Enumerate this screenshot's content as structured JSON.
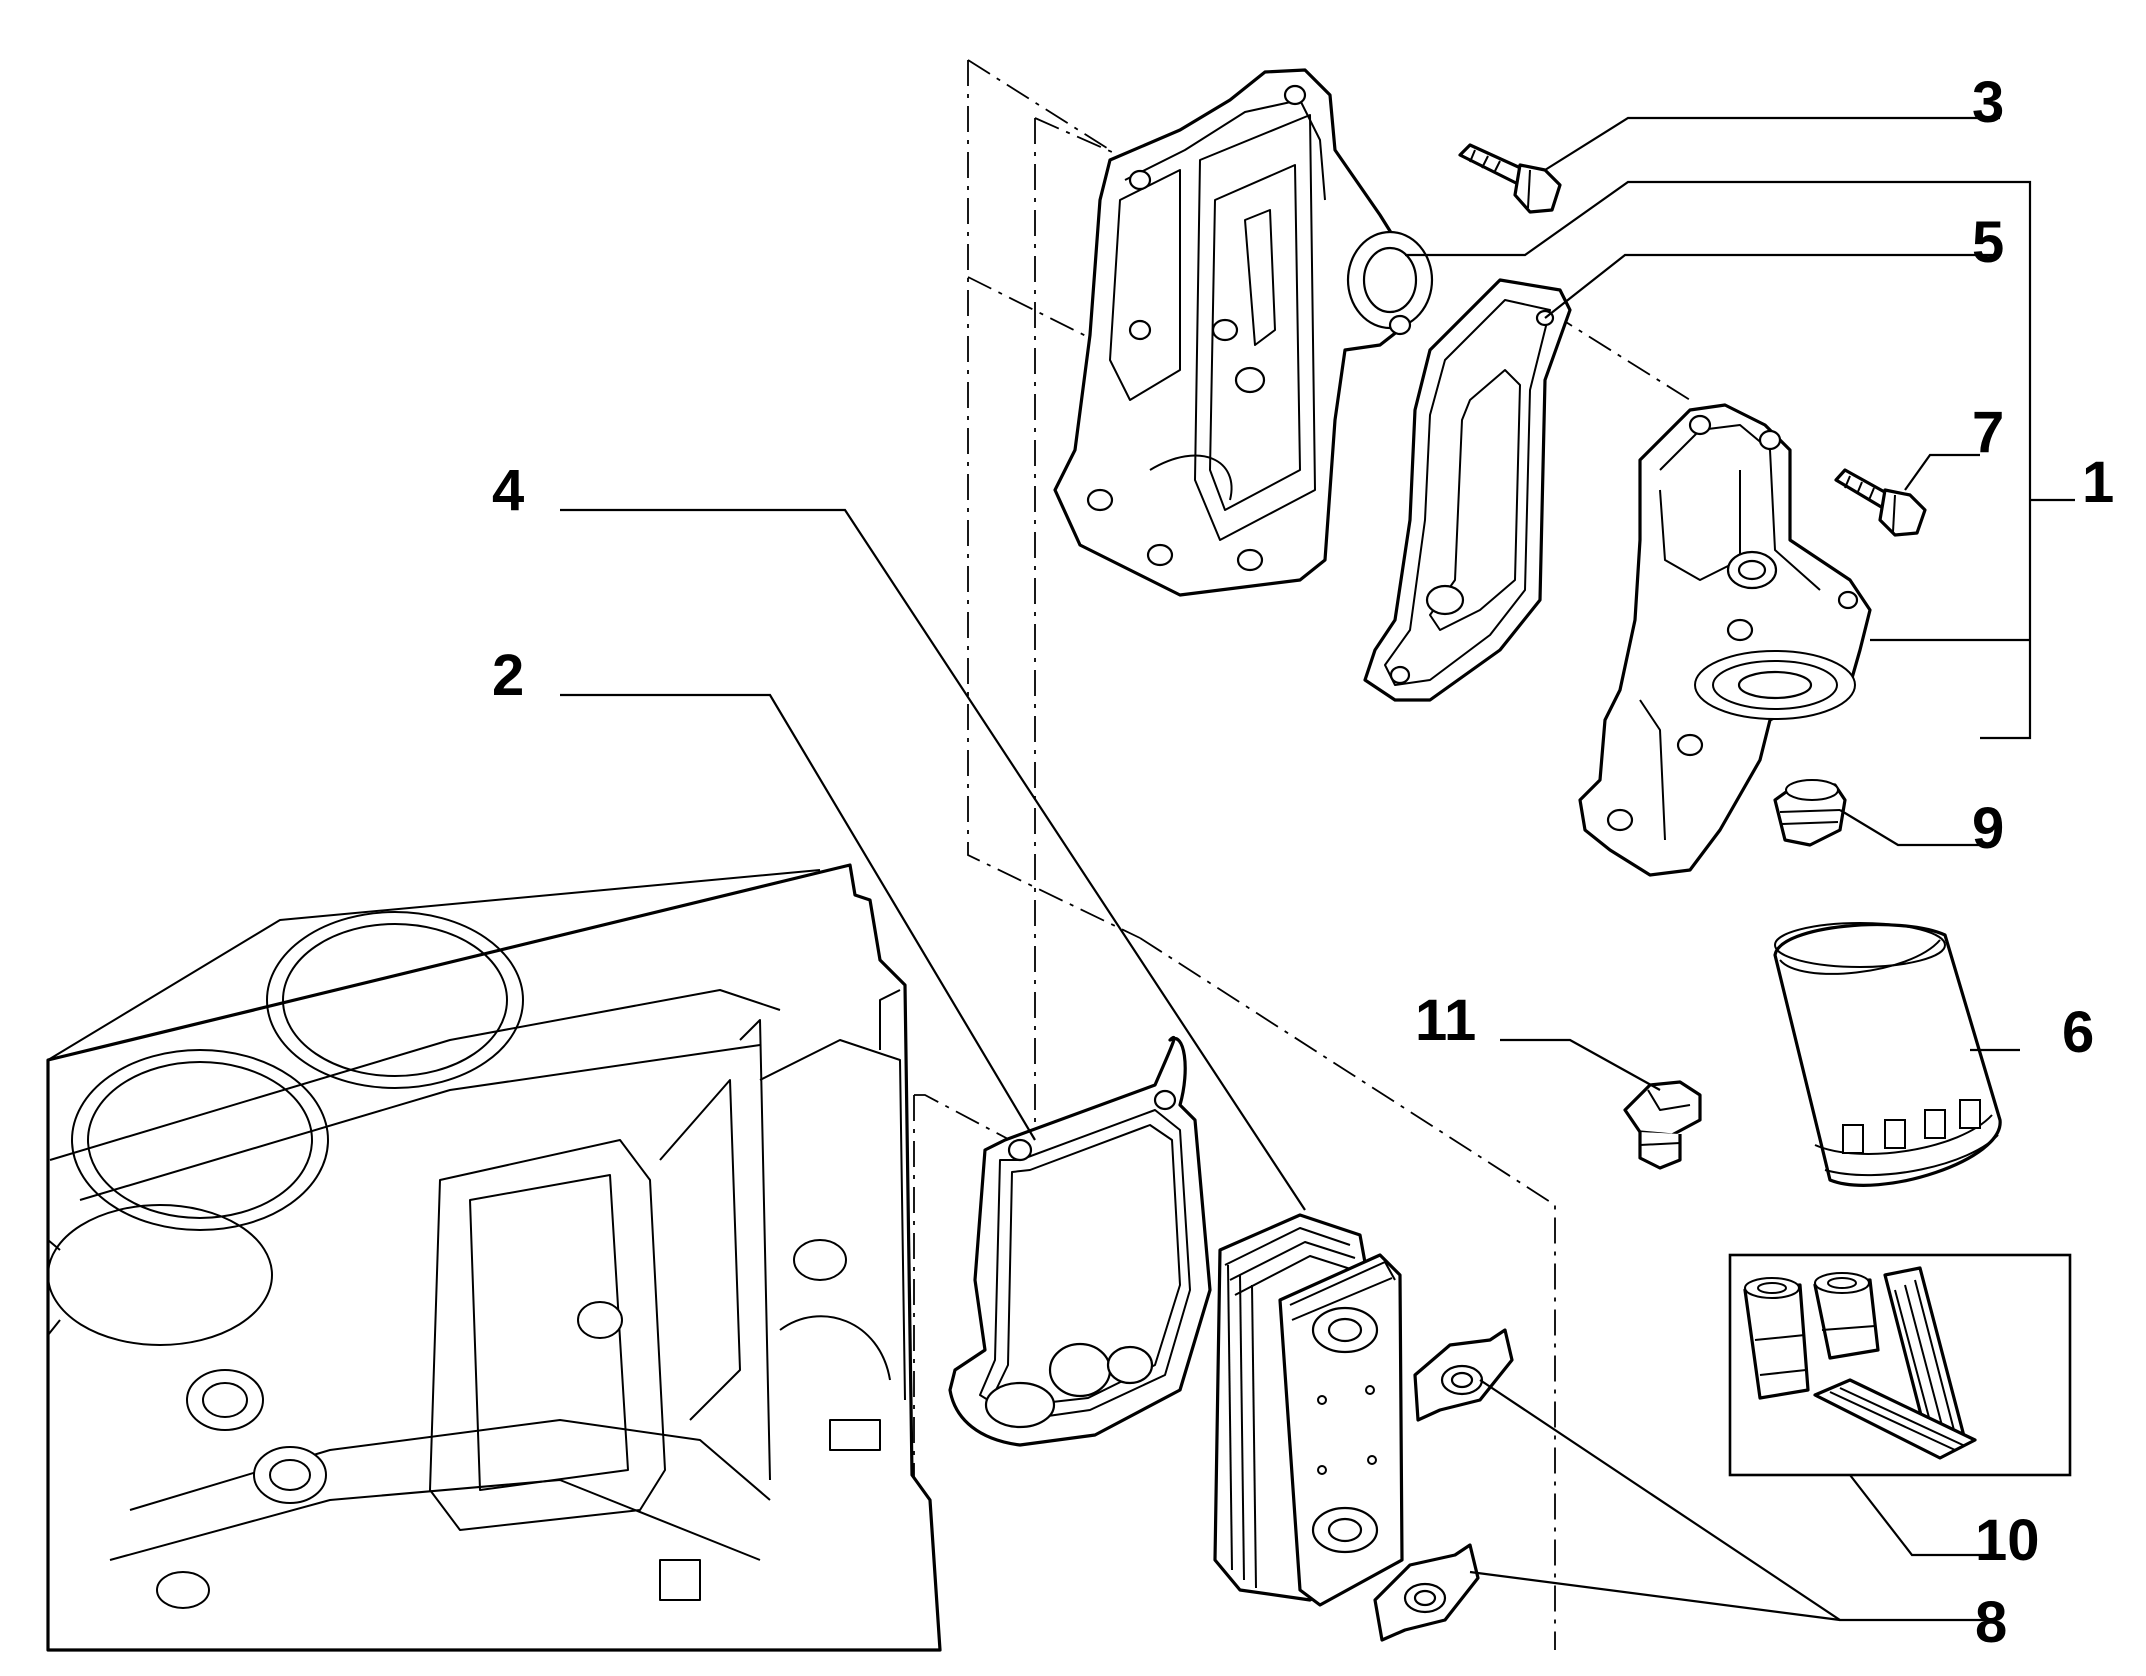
{
  "diagram": {
    "callouts": [
      {
        "id": "1",
        "text": "1"
      },
      {
        "id": "2",
        "text": "2"
      },
      {
        "id": "3",
        "text": "3"
      },
      {
        "id": "4",
        "text": "4"
      },
      {
        "id": "5",
        "text": "5"
      },
      {
        "id": "6",
        "text": "6"
      },
      {
        "id": "7",
        "text": "7"
      },
      {
        "id": "8",
        "text": "8"
      },
      {
        "id": "9",
        "text": "9"
      },
      {
        "id": "10",
        "text": "10"
      },
      {
        "id": "11",
        "text": "11"
      }
    ],
    "colors": {
      "ink": "#000000",
      "paper": "#ffffff"
    }
  }
}
